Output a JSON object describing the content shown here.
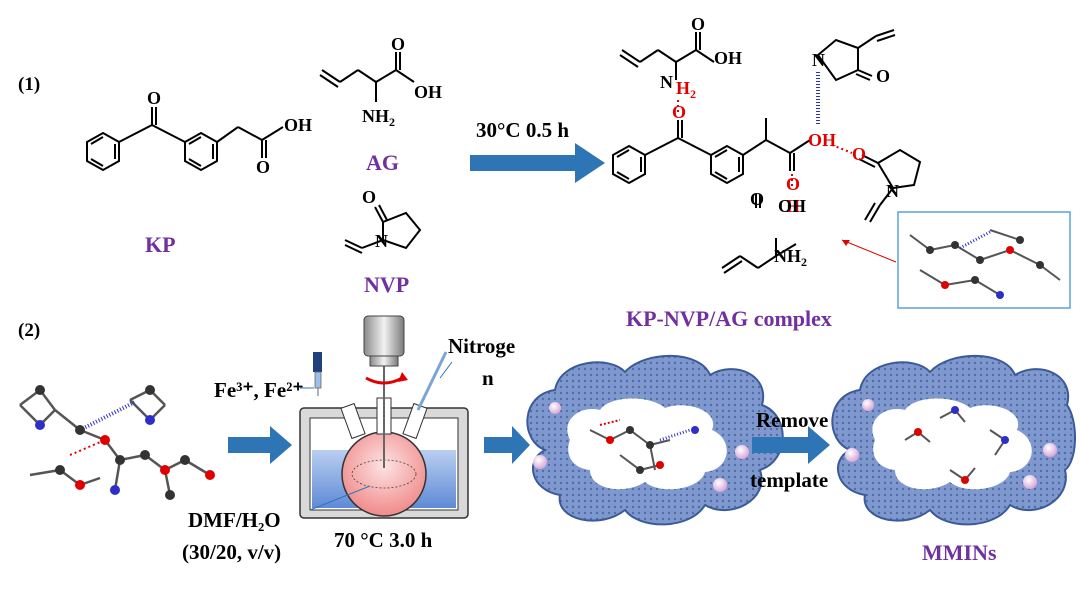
{
  "step1_label": "(1)",
  "step2_label": "(2)",
  "reagents": {
    "kp": "KP",
    "ag": "AG",
    "nvp": "NVP"
  },
  "arrow1_condition": "30°C 0.5 h",
  "complex_label": "KP-NVP/AG complex",
  "polymerization": {
    "ions": "Fe³⁺, Fe²⁺",
    "gas_line1": "Nitroge",
    "gas_line2": "n",
    "solvent_line1": "DMF/H₂O",
    "solvent_line2": "(30/20, v/v)",
    "condition": "70 °C 3.0 h"
  },
  "remove_line1": "Remove",
  "remove_line2": "template",
  "product_label": "MMINs",
  "colors": {
    "purple_label": "#7030a0",
    "arrow_blue": "#2e75b6",
    "cloud_fill": "#8fa8d8",
    "red_atom": "#e00000"
  }
}
